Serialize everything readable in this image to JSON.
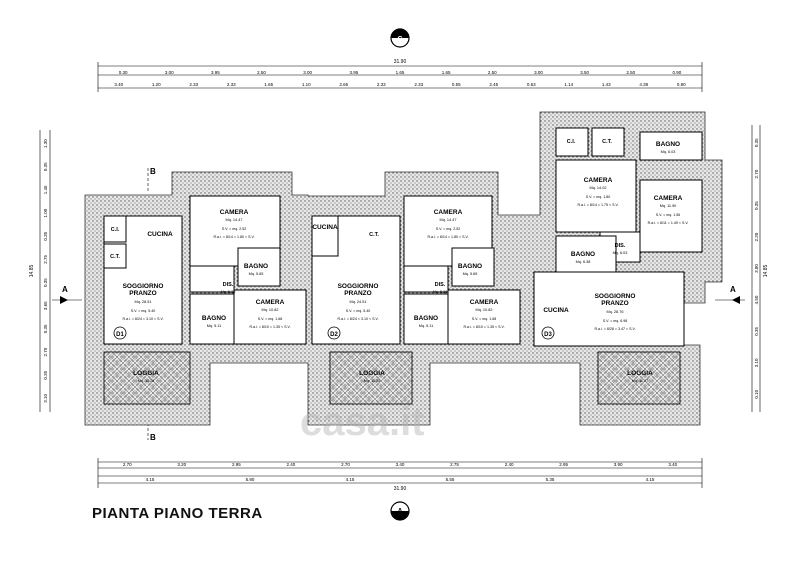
{
  "title": "PIANTA PIANO TERRA",
  "watermark": "casa.it",
  "compass_top": "C",
  "compass_bottom": "A",
  "section_marks": {
    "a": "A",
    "b": "B"
  },
  "overall_width": "31.90",
  "top_dims_row1": [
    "0.30",
    "3.00",
    "3.95",
    "2.50",
    "3.00",
    "3.95",
    "1.65",
    "1.65",
    "2.50",
    "3.00",
    "3.50",
    "2.50",
    "0.90"
  ],
  "top_dims_row2": [
    "3.40",
    "1.20",
    "2.33",
    "2.33",
    "1.65",
    "1.10",
    "2.65",
    "2.33",
    "2.33",
    "0.55",
    "2.45",
    "0.63",
    "1.14",
    "1.43",
    "4.38",
    "0.90"
  ],
  "bottom_dims_row1": [
    "2.70",
    "3.20",
    "2.95",
    "2.40",
    "2.70",
    "3.40",
    "2.75",
    "2.40",
    "2.95",
    "3.90",
    "3.40"
  ],
  "bottom_dims_row2": [
    "4.15",
    "5.90",
    "4.15",
    "5.55",
    "5.35",
    "4.15"
  ],
  "left_dims": [
    "1.30",
    "0.35",
    "1.45",
    "1.00",
    "0.35",
    "2.75",
    "0.35",
    "3.65",
    "0.35",
    "2.70",
    "0.35",
    "3.10"
  ],
  "right_dims": [
    "0.35",
    "2.70",
    "0.35",
    "2.20",
    "3.80",
    "4.50",
    "0.35",
    "3.10",
    "0.10"
  ],
  "total_height": "14.85",
  "apartments": [
    {
      "label": "D1",
      "rooms": [
        {
          "name": "CUCINA"
        },
        {
          "name": "C.I."
        },
        {
          "name": "C.T."
        },
        {
          "name": "CAMERA",
          "area": "Mq. 14.47",
          "sv": "S.V. = mq. 2.52",
          "rai": "R.a.i. = 8/14 = 1.80 < S.V."
        },
        {
          "name": "SOGGIORNO PRANZO",
          "area": "Mq. 28.51",
          "sv": "S.V. = mq. 5.40",
          "rai": "R.a.i. = 8/24 = 3.10 < S.V."
        },
        {
          "name": "DIS.",
          "area": "Mq. 5.36"
        },
        {
          "name": "BAGNO",
          "area": "Mq. 5.65"
        },
        {
          "name": "BAGNO",
          "area": "Mq. 5.11"
        },
        {
          "name": "CAMERA",
          "area": "Mq. 10.82",
          "sv": "S.V. = mq. 1.68",
          "rai": "R.a.i. = 8/10 = 1.35 < S.V."
        },
        {
          "name": "LOGGIA",
          "area": "Mq. 11.25"
        }
      ]
    },
    {
      "label": "D2",
      "rooms": [
        {
          "name": "C.T."
        },
        {
          "name": "CUCINA"
        },
        {
          "name": "CAMERA",
          "area": "Mq. 14.47",
          "sv": "S.V. = mq. 2.52",
          "rai": "R.a.i. = 8/14 = 1.80 < S.V."
        },
        {
          "name": "SOGGIORNO PRANZO",
          "area": "Mq. 24.51",
          "sv": "S.V. = mq. 5.40",
          "rai": "R.a.i. = 8/24 = 3.10 < S.V."
        },
        {
          "name": "DIS.",
          "area": "Mq. 5.36"
        },
        {
          "name": "BAGNO",
          "area": "Mq. 5.65"
        },
        {
          "name": "BAGNO",
          "area": "Mq. 5.11"
        },
        {
          "name": "CAMERA",
          "area": "Mq. 10.82",
          "sv": "S.V. = mq. 1.68",
          "rai": "R.a.i. = 8/10 = 1.35 < S.V."
        },
        {
          "name": "LOGGIA",
          "area": "Mq. 11.25"
        }
      ]
    },
    {
      "label": "D3",
      "rooms": [
        {
          "name": "C.I."
        },
        {
          "name": "C.T."
        },
        {
          "name": "BAGNO",
          "area": "Mq. 6.03"
        },
        {
          "name": "CAMERA",
          "area": "Mq. 14.02",
          "sv": "S.V. = mq. 1.80",
          "rai": "R.a.i. = 8/14 = 1.75 < S.V."
        },
        {
          "name": "CAMERA",
          "area": "Mq. 11.90",
          "sv": "S.V. = mq. 1.56",
          "rai": "R.a.i. = 8/11 = 1.49 < S.V."
        },
        {
          "name": "DIS.",
          "area": "Mq. 6.03"
        },
        {
          "name": "BAGNO",
          "area": "Mq. 6.38"
        },
        {
          "name": "SOGGIORNO PRANZO",
          "area": "Mq. 28.76",
          "sv": "S.V. = mq. 6.98",
          "rai": "R.a.i. = 8/28 = 3.47 < S.V."
        },
        {
          "name": "CUCINA"
        },
        {
          "name": "LOGGIA",
          "area": "Mq. 11.27"
        }
      ]
    }
  ]
}
